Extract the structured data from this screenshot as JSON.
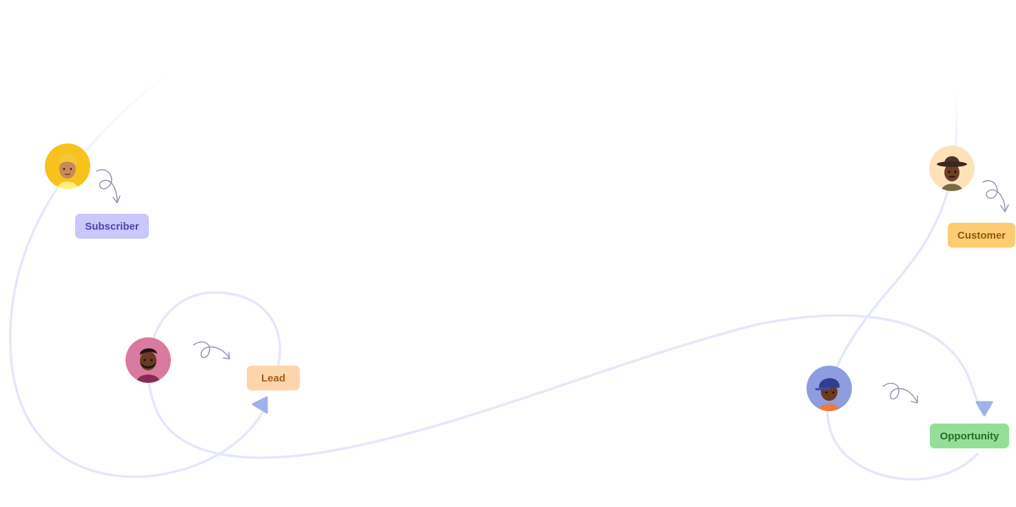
{
  "stages": [
    {
      "key": "subscriber",
      "label": "Subscriber",
      "bg": "#c9c7fb",
      "fg": "#4b46a8",
      "avatar_name": "blond-boy-avatar",
      "avatar_bg": "#f7c21b"
    },
    {
      "key": "lead",
      "label": "Lead",
      "bg": "#fdd5ad",
      "fg": "#a45c1c",
      "avatar_name": "bearded-man-avatar",
      "avatar_bg": "#d97aa0"
    },
    {
      "key": "opportunity",
      "label": "Opportunity",
      "bg": "#94df98",
      "fg": "#276b2c",
      "avatar_name": "cap-boy-avatar",
      "avatar_bg": "#8d9de0"
    },
    {
      "key": "customer",
      "label": "Customer",
      "bg": "#fdcc71",
      "fg": "#8a5a12",
      "avatar_name": "hat-man-avatar",
      "avatar_bg": "#fde2b9"
    }
  ],
  "colors": {
    "curve": "#e3e8fb",
    "arrowhead": "#a0b0ea",
    "squiggle": "#8b8fa8"
  }
}
